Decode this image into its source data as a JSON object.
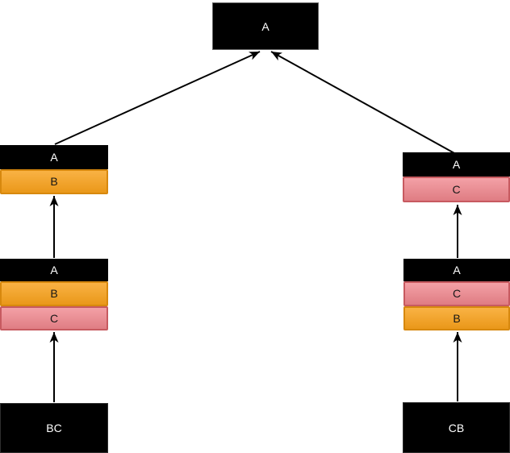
{
  "colors": {
    "background": "#ffffff",
    "black": "#000000",
    "orange_fill": "#f8a11b",
    "orange_border": "#d7880e",
    "pink_fill": "#f0868d",
    "pink_border": "#c75a60",
    "root_border": "#666666",
    "arrow": "#000000",
    "text_light": "#ffffff",
    "text_dark": "#161616"
  },
  "nodes": {
    "root": {
      "label": "A"
    },
    "left_parent": {
      "rows": [
        "A",
        "B"
      ]
    },
    "left_child": {
      "rows": [
        "A",
        "B",
        "C"
      ]
    },
    "left_base": {
      "label": "BC"
    },
    "right_parent": {
      "rows": [
        "A",
        "C"
      ]
    },
    "right_child": {
      "rows": [
        "A",
        "C",
        "B"
      ]
    },
    "right_base": {
      "label": "CB"
    }
  }
}
